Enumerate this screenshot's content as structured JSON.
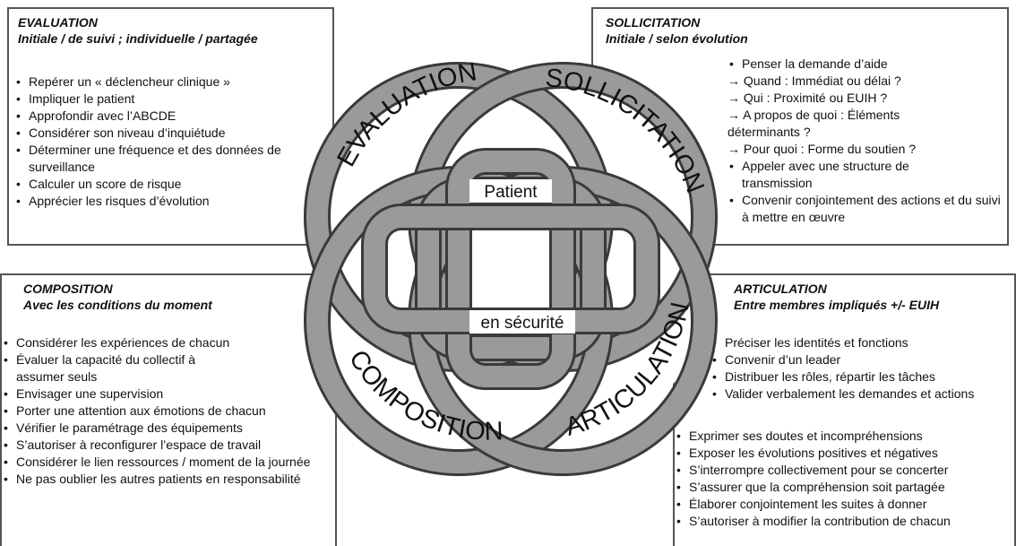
{
  "evaluation": {
    "title": "EVALUATION",
    "subtitle": "Initiale / de suivi ; individuelle / partagée",
    "items": [
      "Repérer un « déclencheur clinique »",
      "Impliquer le patient",
      "Approfondir avec l’ABCDE",
      "Considérer son niveau d’inquiétude",
      "Déterminer une fréquence et des données de surveillance",
      "Calculer un score de risque",
      "Apprécier les risques d’évolution"
    ]
  },
  "sollicitation": {
    "title": "SOLLICITATION",
    "subtitle": "Initiale / selon évolution",
    "items": [
      "Penser la demande d’aide",
      "→ Quand : Immédiat ou délai ?",
      "→ Qui : Proximité ou EUIH ?",
      "→ A propos de quoi : Éléments déterminants ?",
      "→ Pour quoi : Forme du soutien ?",
      "Appeler avec une structure de transmission",
      "Convenir conjointement des actions et du suivi à mettre en œuvre"
    ]
  },
  "composition": {
    "title": "COMPOSITION",
    "subtitle": "Avec les conditions du moment",
    "items": [
      "Considérer les expériences de chacun",
      "Évaluer la capacité du collectif à assumer seuls",
      "Envisager une supervision",
      "Porter une attention aux émotions de chacun",
      "Vérifier le paramétrage des équipements",
      "S’autoriser à reconfigurer l’espace de travail",
      "Considérer le lien ressources / moment de la journée",
      "Ne pas oublier les autres patients en responsabilité"
    ]
  },
  "articulation": {
    "title": "ARTICULATION",
    "subtitle": "Entre membres impliqués +/- EUIH",
    "items": [
      "Préciser les identités et fonctions",
      "Convenir d’un leader",
      "Distribuer les rôles, répartir les tâches",
      "Valider verbalement les demandes et actions",
      "Exprimer ses doutes et incompréhensions",
      "Exposer les évolutions positives et négatives",
      "S’interrompre collectivement pour se concerter",
      "S’assurer que la compréhension soit partagée",
      "Élaborer conjointement les suites à donner",
      "S’autoriser à modifier la contribution de chacun"
    ]
  },
  "knot": {
    "ring_labels": [
      "EVALUATION",
      "SOLLICITATION",
      "COMPOSITION",
      "ARTICULATION"
    ],
    "center_top": "Patient",
    "center_bottom": "en sécurité"
  },
  "colors": {
    "ring_fill": "#9a9a9a",
    "ring_stroke": "#3a3a3a",
    "box_border": "#555555"
  }
}
